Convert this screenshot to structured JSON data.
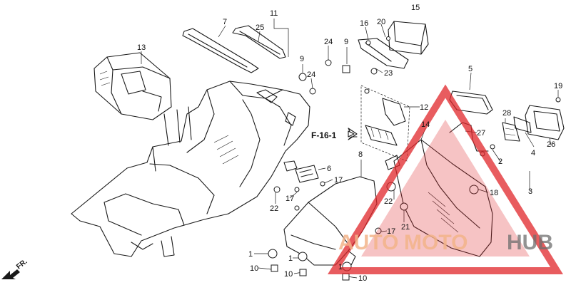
{
  "diagram": {
    "callouts": [
      {
        "id": "c11",
        "label": "11"
      },
      {
        "id": "c7",
        "label": "7"
      },
      {
        "id": "c25",
        "label": "25"
      },
      {
        "id": "c13",
        "label": "13"
      },
      {
        "id": "c9a",
        "label": "9"
      },
      {
        "id": "c24a",
        "label": "24"
      },
      {
        "id": "c24b",
        "label": "24"
      },
      {
        "id": "c9b",
        "label": "9"
      },
      {
        "id": "c16",
        "label": "16"
      },
      {
        "id": "c20",
        "label": "20"
      },
      {
        "id": "c15",
        "label": "15"
      },
      {
        "id": "c23",
        "label": "23"
      },
      {
        "id": "c5",
        "label": "5"
      },
      {
        "id": "c19",
        "label": "19"
      },
      {
        "id": "c12",
        "label": "12"
      },
      {
        "id": "c28",
        "label": "28"
      },
      {
        "id": "c14",
        "label": "14"
      },
      {
        "id": "c27",
        "label": "27"
      },
      {
        "id": "c4",
        "label": "4"
      },
      {
        "id": "c26",
        "label": "26"
      },
      {
        "id": "c8",
        "label": "8"
      },
      {
        "id": "c6",
        "label": "6"
      },
      {
        "id": "c17a",
        "label": "17"
      },
      {
        "id": "c17b",
        "label": "17"
      },
      {
        "id": "c2",
        "label": "2"
      },
      {
        "id": "c3",
        "label": "3"
      },
      {
        "id": "c18",
        "label": "18"
      },
      {
        "id": "c22a",
        "label": "22"
      },
      {
        "id": "c22b",
        "label": "22"
      },
      {
        "id": "c21",
        "label": "21"
      },
      {
        "id": "c17c",
        "label": "17"
      },
      {
        "id": "c1a",
        "label": "1"
      },
      {
        "id": "c1b",
        "label": "1"
      },
      {
        "id": "c1c",
        "label": "1"
      },
      {
        "id": "c10a",
        "label": "10"
      },
      {
        "id": "c10b",
        "label": "10"
      },
      {
        "id": "c10c",
        "label": "10"
      }
    ],
    "reference": "F-16-1",
    "direction": "FR.",
    "watermark": {
      "part1": "AUTO",
      "part2": "MOTO",
      "part3": "HUB"
    },
    "colors": {
      "line": "#1a1a1a",
      "watermark_red": "#e0262a",
      "watermark_orange": "#f3b48a",
      "watermark_gray": "#6e6e6e"
    }
  }
}
